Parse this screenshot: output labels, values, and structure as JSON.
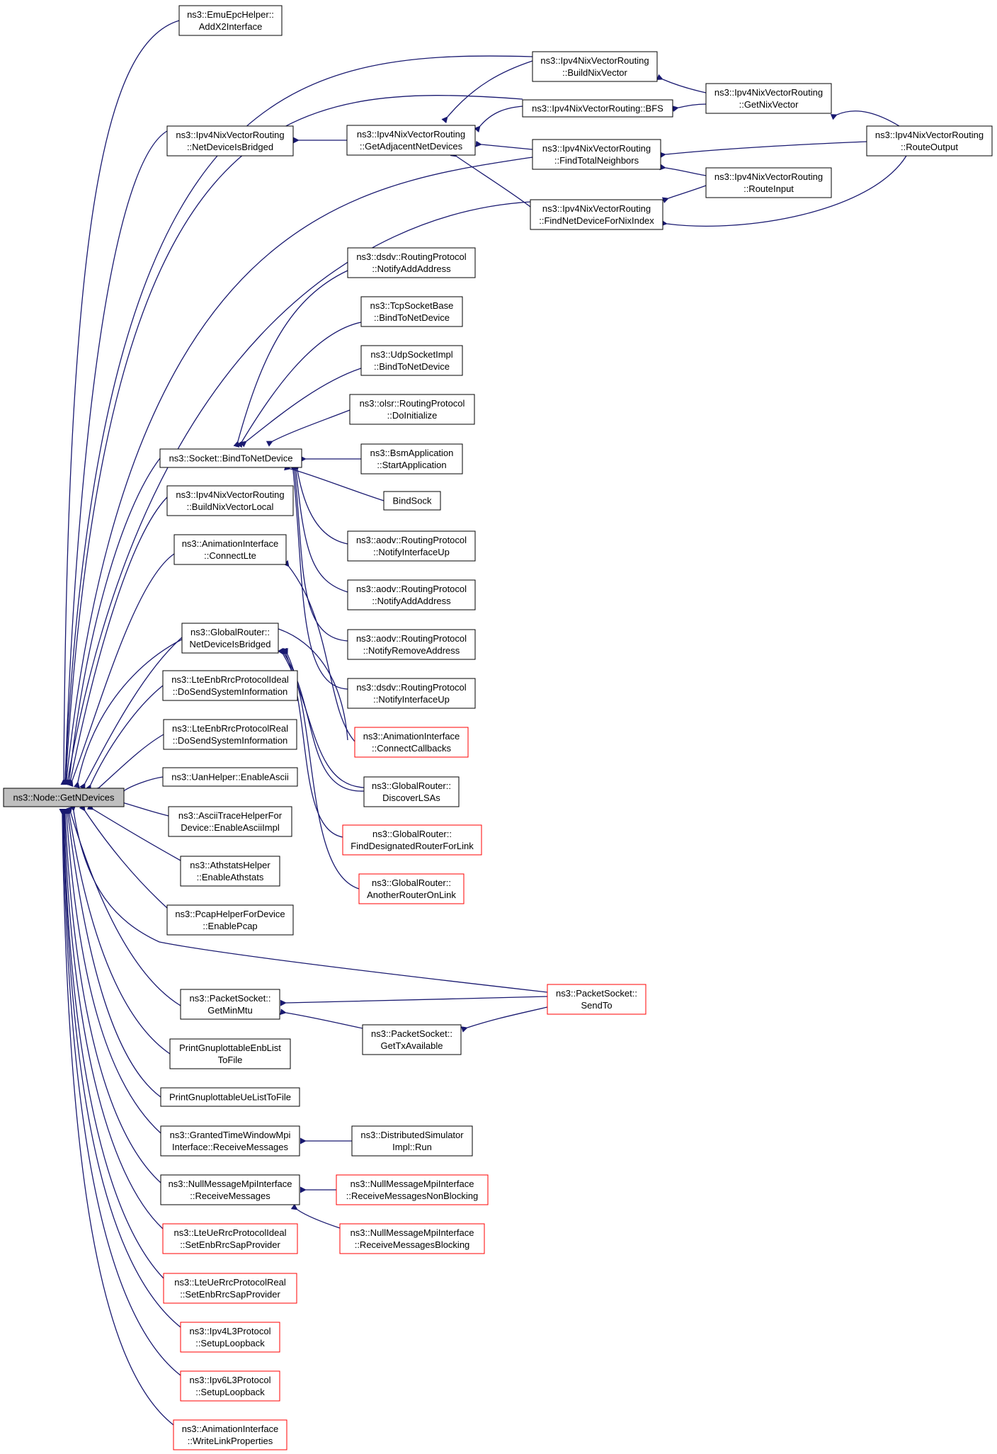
{
  "diagram": {
    "root": {
      "line1": "ns3::Node::GetNDevices",
      "line2": ""
    },
    "nodes": [
      {
        "id": "addx2",
        "line1": "ns3::EmuEpcHelper::",
        "line2": "AddX2Interface",
        "style": "black"
      },
      {
        "id": "buildnix",
        "line1": "ns3::Ipv4NixVectorRouting",
        "line2": "::BuildNixVector",
        "style": "black"
      },
      {
        "id": "bfs",
        "line1": "ns3::Ipv4NixVectorRouting::BFS",
        "line2": "",
        "style": "black"
      },
      {
        "id": "getnix",
        "line1": "ns3::Ipv4NixVectorRouting",
        "line2": "::GetNixVector",
        "style": "black"
      },
      {
        "id": "netdevbridged",
        "line1": "ns3::Ipv4NixVectorRouting",
        "line2": "::NetDeviceIsBridged",
        "style": "black"
      },
      {
        "id": "getadj",
        "line1": "ns3::Ipv4NixVectorRouting",
        "line2": "::GetAdjacentNetDevices",
        "style": "black"
      },
      {
        "id": "findtotal",
        "line1": "ns3::Ipv4NixVectorRouting",
        "line2": "::FindTotalNeighbors",
        "style": "black"
      },
      {
        "id": "routeoutput",
        "line1": "ns3::Ipv4NixVectorRouting",
        "line2": "::RouteOutput",
        "style": "black"
      },
      {
        "id": "routeinput",
        "line1": "ns3::Ipv4NixVectorRouting",
        "line2": "::RouteInput",
        "style": "black"
      },
      {
        "id": "findnetdev",
        "line1": "ns3::Ipv4NixVectorRouting",
        "line2": "::FindNetDeviceForNixIndex",
        "style": "black"
      },
      {
        "id": "dsdvadd",
        "line1": "ns3::dsdv::RoutingProtocol",
        "line2": "::NotifyAddAddress",
        "style": "black"
      },
      {
        "id": "tcpbind",
        "line1": "ns3::TcpSocketBase",
        "line2": "::BindToNetDevice",
        "style": "black"
      },
      {
        "id": "udpbind",
        "line1": "ns3::UdpSocketImpl",
        "line2": "::BindToNetDevice",
        "style": "black"
      },
      {
        "id": "olsrinit",
        "line1": "ns3::olsr::RoutingProtocol",
        "line2": "::DoInitialize",
        "style": "black"
      },
      {
        "id": "socketbind",
        "line1": "ns3::Socket::BindToNetDevice",
        "line2": "",
        "style": "black"
      },
      {
        "id": "bsmstart",
        "line1": "ns3::BsmApplication",
        "line2": "::StartApplication",
        "style": "black"
      },
      {
        "id": "bindsock",
        "line1": "BindSock",
        "line2": "",
        "style": "black"
      },
      {
        "id": "buildnixlocal",
        "line1": "ns3::Ipv4NixVectorRouting",
        "line2": "::BuildNixVectorLocal",
        "style": "black"
      },
      {
        "id": "aodvup",
        "line1": "ns3::aodv::RoutingProtocol",
        "line2": "::NotifyInterfaceUp",
        "style": "black"
      },
      {
        "id": "connectlte",
        "line1": "ns3::AnimationInterface",
        "line2": "::ConnectLte",
        "style": "black"
      },
      {
        "id": "aodvadd",
        "line1": "ns3::aodv::RoutingProtocol",
        "line2": "::NotifyAddAddress",
        "style": "black"
      },
      {
        "id": "grbridged",
        "line1": "ns3::GlobalRouter::",
        "line2": "NetDeviceIsBridged",
        "style": "black"
      },
      {
        "id": "aodvremove",
        "line1": "ns3::aodv::RoutingProtocol",
        "line2": "::NotifyRemoveAddress",
        "style": "black"
      },
      {
        "id": "lteideal",
        "line1": "ns3::LteEnbRrcProtocolIdeal",
        "line2": "::DoSendSystemInformation",
        "style": "black"
      },
      {
        "id": "dsdvup",
        "line1": "ns3::dsdv::RoutingProtocol",
        "line2": "::NotifyInterfaceUp",
        "style": "black"
      },
      {
        "id": "connectcb",
        "line1": "ns3::AnimationInterface",
        "line2": "::ConnectCallbacks",
        "style": "red"
      },
      {
        "id": "ltereal",
        "line1": "ns3::LteEnbRrcProtocolReal",
        "line2": "::DoSendSystemInformation",
        "style": "black"
      },
      {
        "id": "uanascii",
        "line1": "ns3::UanHelper::EnableAscii",
        "line2": "",
        "style": "black"
      },
      {
        "id": "discoverlsas",
        "line1": "ns3::GlobalRouter::",
        "line2": "DiscoverLSAs",
        "style": "black"
      },
      {
        "id": "asciitrace",
        "line1": "ns3::AsciiTraceHelperFor",
        "line2": "Device::EnableAsciiImpl",
        "style": "black"
      },
      {
        "id": "finddesig",
        "line1": "ns3::GlobalRouter::",
        "line2": "FindDesignatedRouterForLink",
        "style": "red"
      },
      {
        "id": "athstats",
        "line1": "ns3::AthstatsHelper",
        "line2": "::EnableAthstats",
        "style": "black"
      },
      {
        "id": "anotherrouter",
        "line1": "ns3::GlobalRouter::",
        "line2": "AnotherRouterOnLink",
        "style": "red"
      },
      {
        "id": "pcap",
        "line1": "ns3::PcapHelperForDevice",
        "line2": "::EnablePcap",
        "style": "black"
      },
      {
        "id": "sendto",
        "line1": "ns3::PacketSocket::",
        "line2": "SendTo",
        "style": "red"
      },
      {
        "id": "getminmtu",
        "line1": "ns3::PacketSocket::",
        "line2": "GetMinMtu",
        "style": "black"
      },
      {
        "id": "gettxavail",
        "line1": "ns3::PacketSocket::",
        "line2": "GetTxAvailable",
        "style": "black"
      },
      {
        "id": "printenb",
        "line1": "PrintGnuplottableEnbList",
        "line2": "ToFile",
        "style": "black"
      },
      {
        "id": "printue",
        "line1": "PrintGnuplottableUeListToFile",
        "line2": "",
        "style": "black"
      },
      {
        "id": "granted",
        "line1": "ns3::GrantedTimeWindowMpi",
        "line2": "Interface::ReceiveMessages",
        "style": "black"
      },
      {
        "id": "distsim",
        "line1": "ns3::DistributedSimulator",
        "line2": "Impl::Run",
        "style": "black"
      },
      {
        "id": "nullmsg",
        "line1": "ns3::NullMessageMpiInterface",
        "line2": "::ReceiveMessages",
        "style": "black"
      },
      {
        "id": "nullnonblock",
        "line1": "ns3::NullMessageMpiInterface",
        "line2": "::ReceiveMessagesNonBlocking",
        "style": "red"
      },
      {
        "id": "nullblock",
        "line1": "ns3::NullMessageMpiInterface",
        "line2": "::ReceiveMessagesBlocking",
        "style": "red"
      },
      {
        "id": "lteueideal",
        "line1": "ns3::LteUeRrcProtocolIdeal",
        "line2": "::SetEnbRrcSapProvider",
        "style": "red"
      },
      {
        "id": "ltuereal",
        "line1": "ns3::LteUeRrcProtocolReal",
        "line2": "::SetEnbRrcSapProvider",
        "style": "red"
      },
      {
        "id": "ipv4loop",
        "line1": "ns3::Ipv4L3Protocol",
        "line2": "::SetupLoopback",
        "style": "red"
      },
      {
        "id": "ipv6loop",
        "line1": "ns3::Ipv6L3Protocol",
        "line2": "::SetupLoopback",
        "style": "red"
      },
      {
        "id": "writelink",
        "line1": "ns3::AnimationInterface",
        "line2": "::WriteLinkProperties",
        "style": "red"
      }
    ],
    "colors": {
      "edge": "#191970",
      "black_border": "#000000",
      "red_border": "#ff0000",
      "root_fill": "#bfbfbf"
    }
  }
}
